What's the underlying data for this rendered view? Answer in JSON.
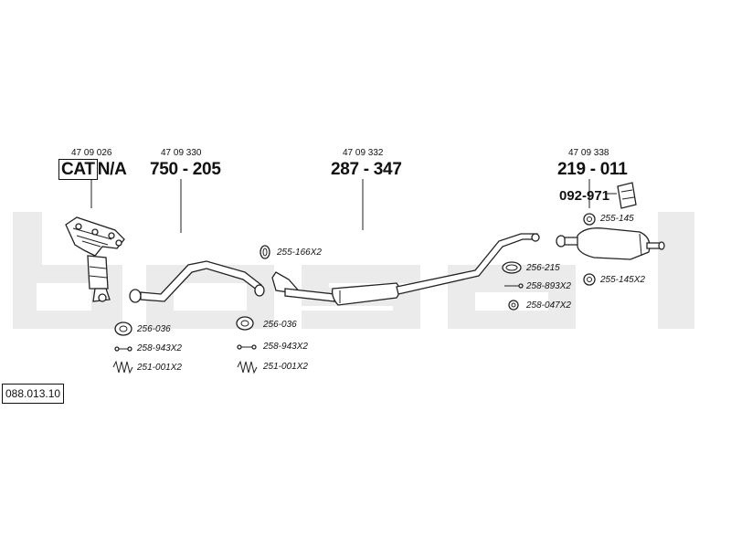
{
  "diagram_code": "088.013.10",
  "watermark_word": "bosal",
  "groups": [
    {
      "ref": "47 09 026",
      "cat": "CAT",
      "rest": "N/A"
    },
    {
      "ref": "47 09 330",
      "part_number": "750 - 205"
    },
    {
      "ref": "47 09 332",
      "part_number": "287 - 347"
    },
    {
      "ref": "47 09 338",
      "part_number": "219 - 011"
    }
  ],
  "hanger_part": "092-971",
  "parts": {
    "p1": "256-036",
    "p2": "258-943X2",
    "p3": "251-001X2",
    "p4": "255-166X2",
    "p5": "256-036",
    "p6": "258-943X2",
    "p7": "251-001X2",
    "p8": "256-215",
    "p9": "258-893X2",
    "p10": "258-047X2",
    "p11": "255-145",
    "p12": "255-145X2"
  },
  "colors": {
    "watermark": "#e9e9e9",
    "line": "#222222",
    "text": "#111111"
  }
}
